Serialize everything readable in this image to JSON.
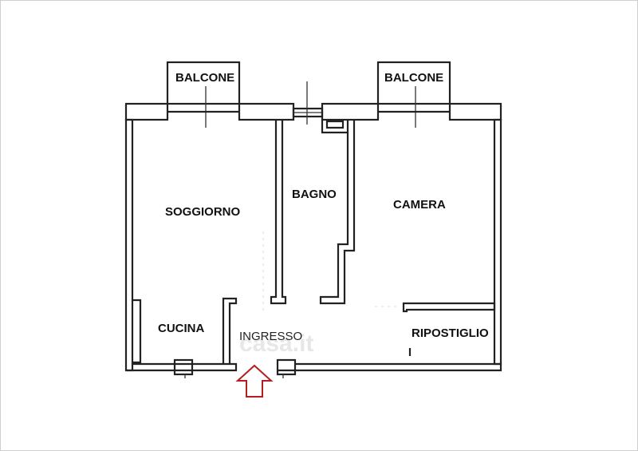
{
  "rooms": {
    "balcone_left": "BALCONE",
    "balcone_right": "BALCONE",
    "soggiorno": "SOGGIORNO",
    "bagno": "BAGNO",
    "camera": "CAMERA",
    "cucina": "CUCINA",
    "ingresso": "INGRESSO",
    "ripostiglio": "RIPOSTIGLIO"
  },
  "watermark": "casa.it",
  "colors": {
    "walls": "#222222",
    "entrance_arrow": "#b51e1e",
    "background": "#ffffff"
  }
}
